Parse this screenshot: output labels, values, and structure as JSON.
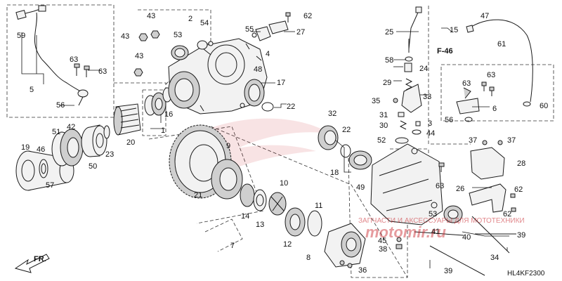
{
  "diagram_code": "HL4KF2300",
  "ref_label": "F-46",
  "front_label": "FR.",
  "watermark": {
    "line1": "ЗАПЧАСТИ И АКСЕССУАРЫ ДЛЯ МОТОТЕХНИКИ",
    "line2": "motomir.ru"
  },
  "callouts": [
    "1",
    "2",
    "3",
    "4",
    "5",
    "6",
    "7",
    "8",
    "9",
    "10",
    "11",
    "12",
    "13",
    "14",
    "15",
    "16",
    "17",
    "18",
    "19",
    "20",
    "21",
    "22",
    "23",
    "24",
    "25",
    "26",
    "27",
    "28",
    "29",
    "30",
    "31",
    "32",
    "33",
    "34",
    "35",
    "36",
    "37",
    "38",
    "39",
    "40",
    "41",
    "42",
    "43",
    "44",
    "45",
    "46",
    "47",
    "48",
    "49",
    "50",
    "51",
    "52",
    "53",
    "54",
    "55",
    "56",
    "57",
    "58",
    "59",
    "60",
    "61",
    "62",
    "63"
  ]
}
